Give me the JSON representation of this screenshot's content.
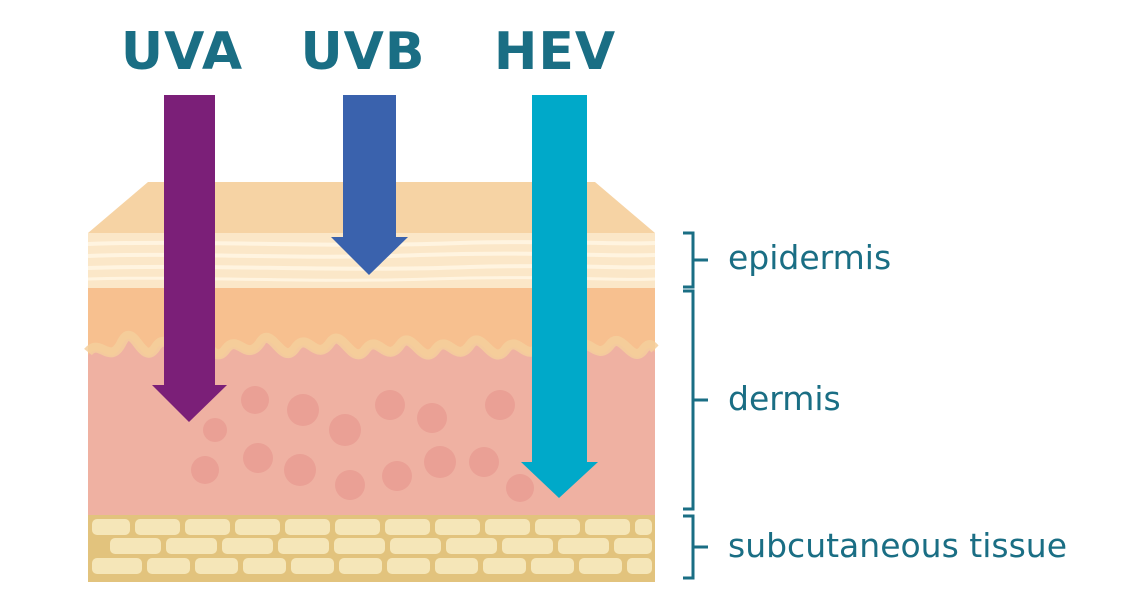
{
  "rays": [
    {
      "id": "uva",
      "label": "UVA",
      "color": "#7b1f78"
    },
    {
      "id": "uvb",
      "label": "UVB",
      "color": "#3a62ad"
    },
    {
      "id": "hev",
      "label": "HEV",
      "color": "#00a9c9"
    }
  ],
  "layers": [
    {
      "id": "epidermis",
      "label": "epidermis"
    },
    {
      "id": "dermis",
      "label": "dermis"
    },
    {
      "id": "subcutaneous",
      "label": "subcutaneous tissue"
    }
  ],
  "colors": {
    "label_text": "#1a6e84",
    "bracket": "#1a6e84",
    "skin_top": "#f6d3a4",
    "epidermis_light": "#fbe7c8",
    "epidermis_lines": "#fff4e0",
    "upper_dermis": "#f7c08f",
    "wave_band": "#f5cf9c",
    "dermis": "#efb1a2",
    "dermis_dots": "#e99b91",
    "subcutaneous_bg": "#e2c37d",
    "fat_cells": "#f5e6b8"
  }
}
